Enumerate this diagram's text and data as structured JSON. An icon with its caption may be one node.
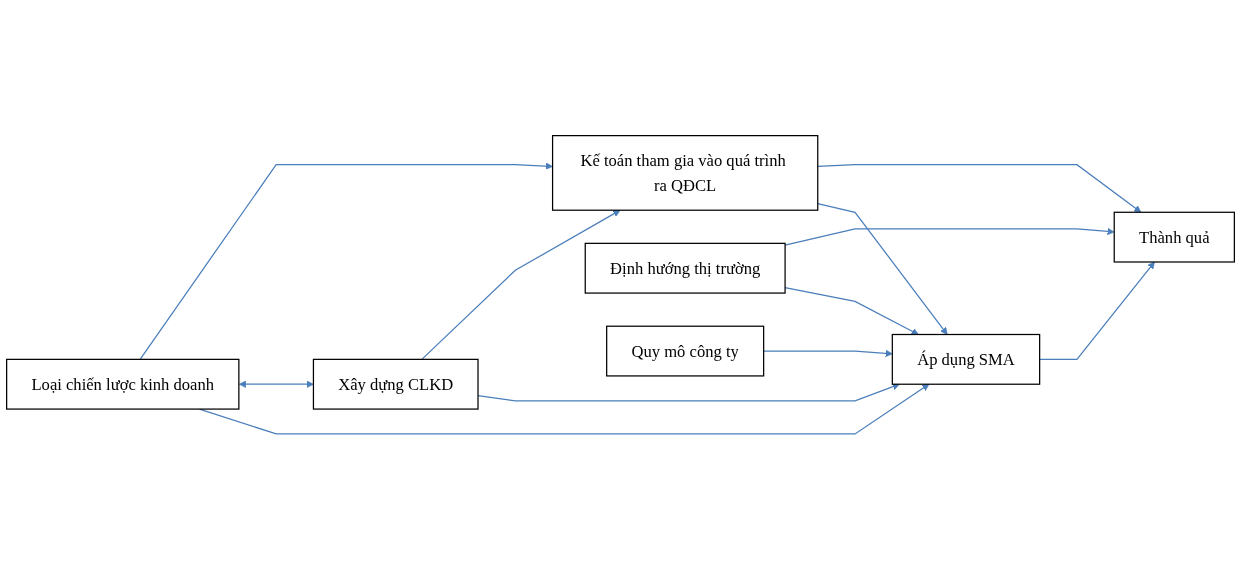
{
  "diagram": {
    "nodes": [
      {
        "text": [
          "Loại chiến lược kinh doanh"
        ]
      },
      {
        "text": [
          "Kế toán tham gia vào quá trình ra QĐCL"
        ]
      },
      {
        "text": [
          "Xây dựng CLKD"
        ]
      },
      {
        "text": [
          "Thành quả"
        ]
      },
      {
        "text": [
          "Định hướng thị trường"
        ]
      },
      {
        "text": [
          "Quy mô công ty"
        ]
      },
      {
        "text": [
          "Áp dụng SMA"
        ]
      }
    ],
    "edges": [
      {
        "from": 0,
        "to": 1,
        "arrow": "to"
      },
      {
        "from": 0,
        "to": 2,
        "arrow": "both"
      },
      {
        "from": 0,
        "to": 6,
        "arrow": "to"
      },
      {
        "from": 2,
        "to": 1,
        "arrow": "to"
      },
      {
        "from": 2,
        "to": 6,
        "arrow": "to"
      },
      {
        "from": 1,
        "to": 3,
        "arrow": "to"
      },
      {
        "from": 1,
        "to": 6,
        "arrow": "to"
      },
      {
        "from": 4,
        "to": 3,
        "arrow": "to"
      },
      {
        "from": 4,
        "to": 6,
        "arrow": "to"
      },
      {
        "from": 5,
        "to": 6,
        "arrow": "to"
      },
      {
        "from": 6,
        "to": 3,
        "arrow": "to"
      }
    ]
  }
}
